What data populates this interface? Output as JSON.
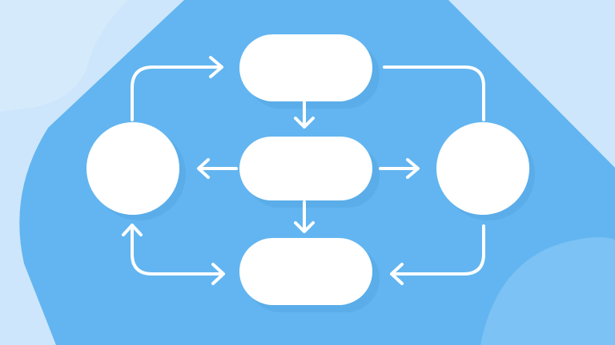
{
  "colors": {
    "background": "#cde6fb",
    "panel": "#62b5f0",
    "panel_highlight": "#7cc2f4",
    "corner_blob": "#dcedfc",
    "node": "#ffffff",
    "node_shadow": "#4d9ddb",
    "connector": "#ffffff"
  },
  "diagram": {
    "type": "flowchart",
    "nodes": [
      {
        "id": "top",
        "shape": "pill",
        "label": ""
      },
      {
        "id": "middle",
        "shape": "pill",
        "label": ""
      },
      {
        "id": "bottom",
        "shape": "pill",
        "label": ""
      },
      {
        "id": "left",
        "shape": "circle",
        "label": ""
      },
      {
        "id": "right",
        "shape": "circle",
        "label": ""
      }
    ],
    "edges": [
      {
        "from": "left",
        "to": "top"
      },
      {
        "from": "top",
        "to": "middle"
      },
      {
        "from": "top",
        "to": "right"
      },
      {
        "from": "middle",
        "to": "left"
      },
      {
        "from": "middle",
        "to": "right"
      },
      {
        "from": "middle",
        "to": "bottom"
      },
      {
        "from": "bottom",
        "to": "left"
      },
      {
        "from": "left",
        "to": "bottom"
      },
      {
        "from": "right",
        "to": "bottom"
      }
    ]
  }
}
